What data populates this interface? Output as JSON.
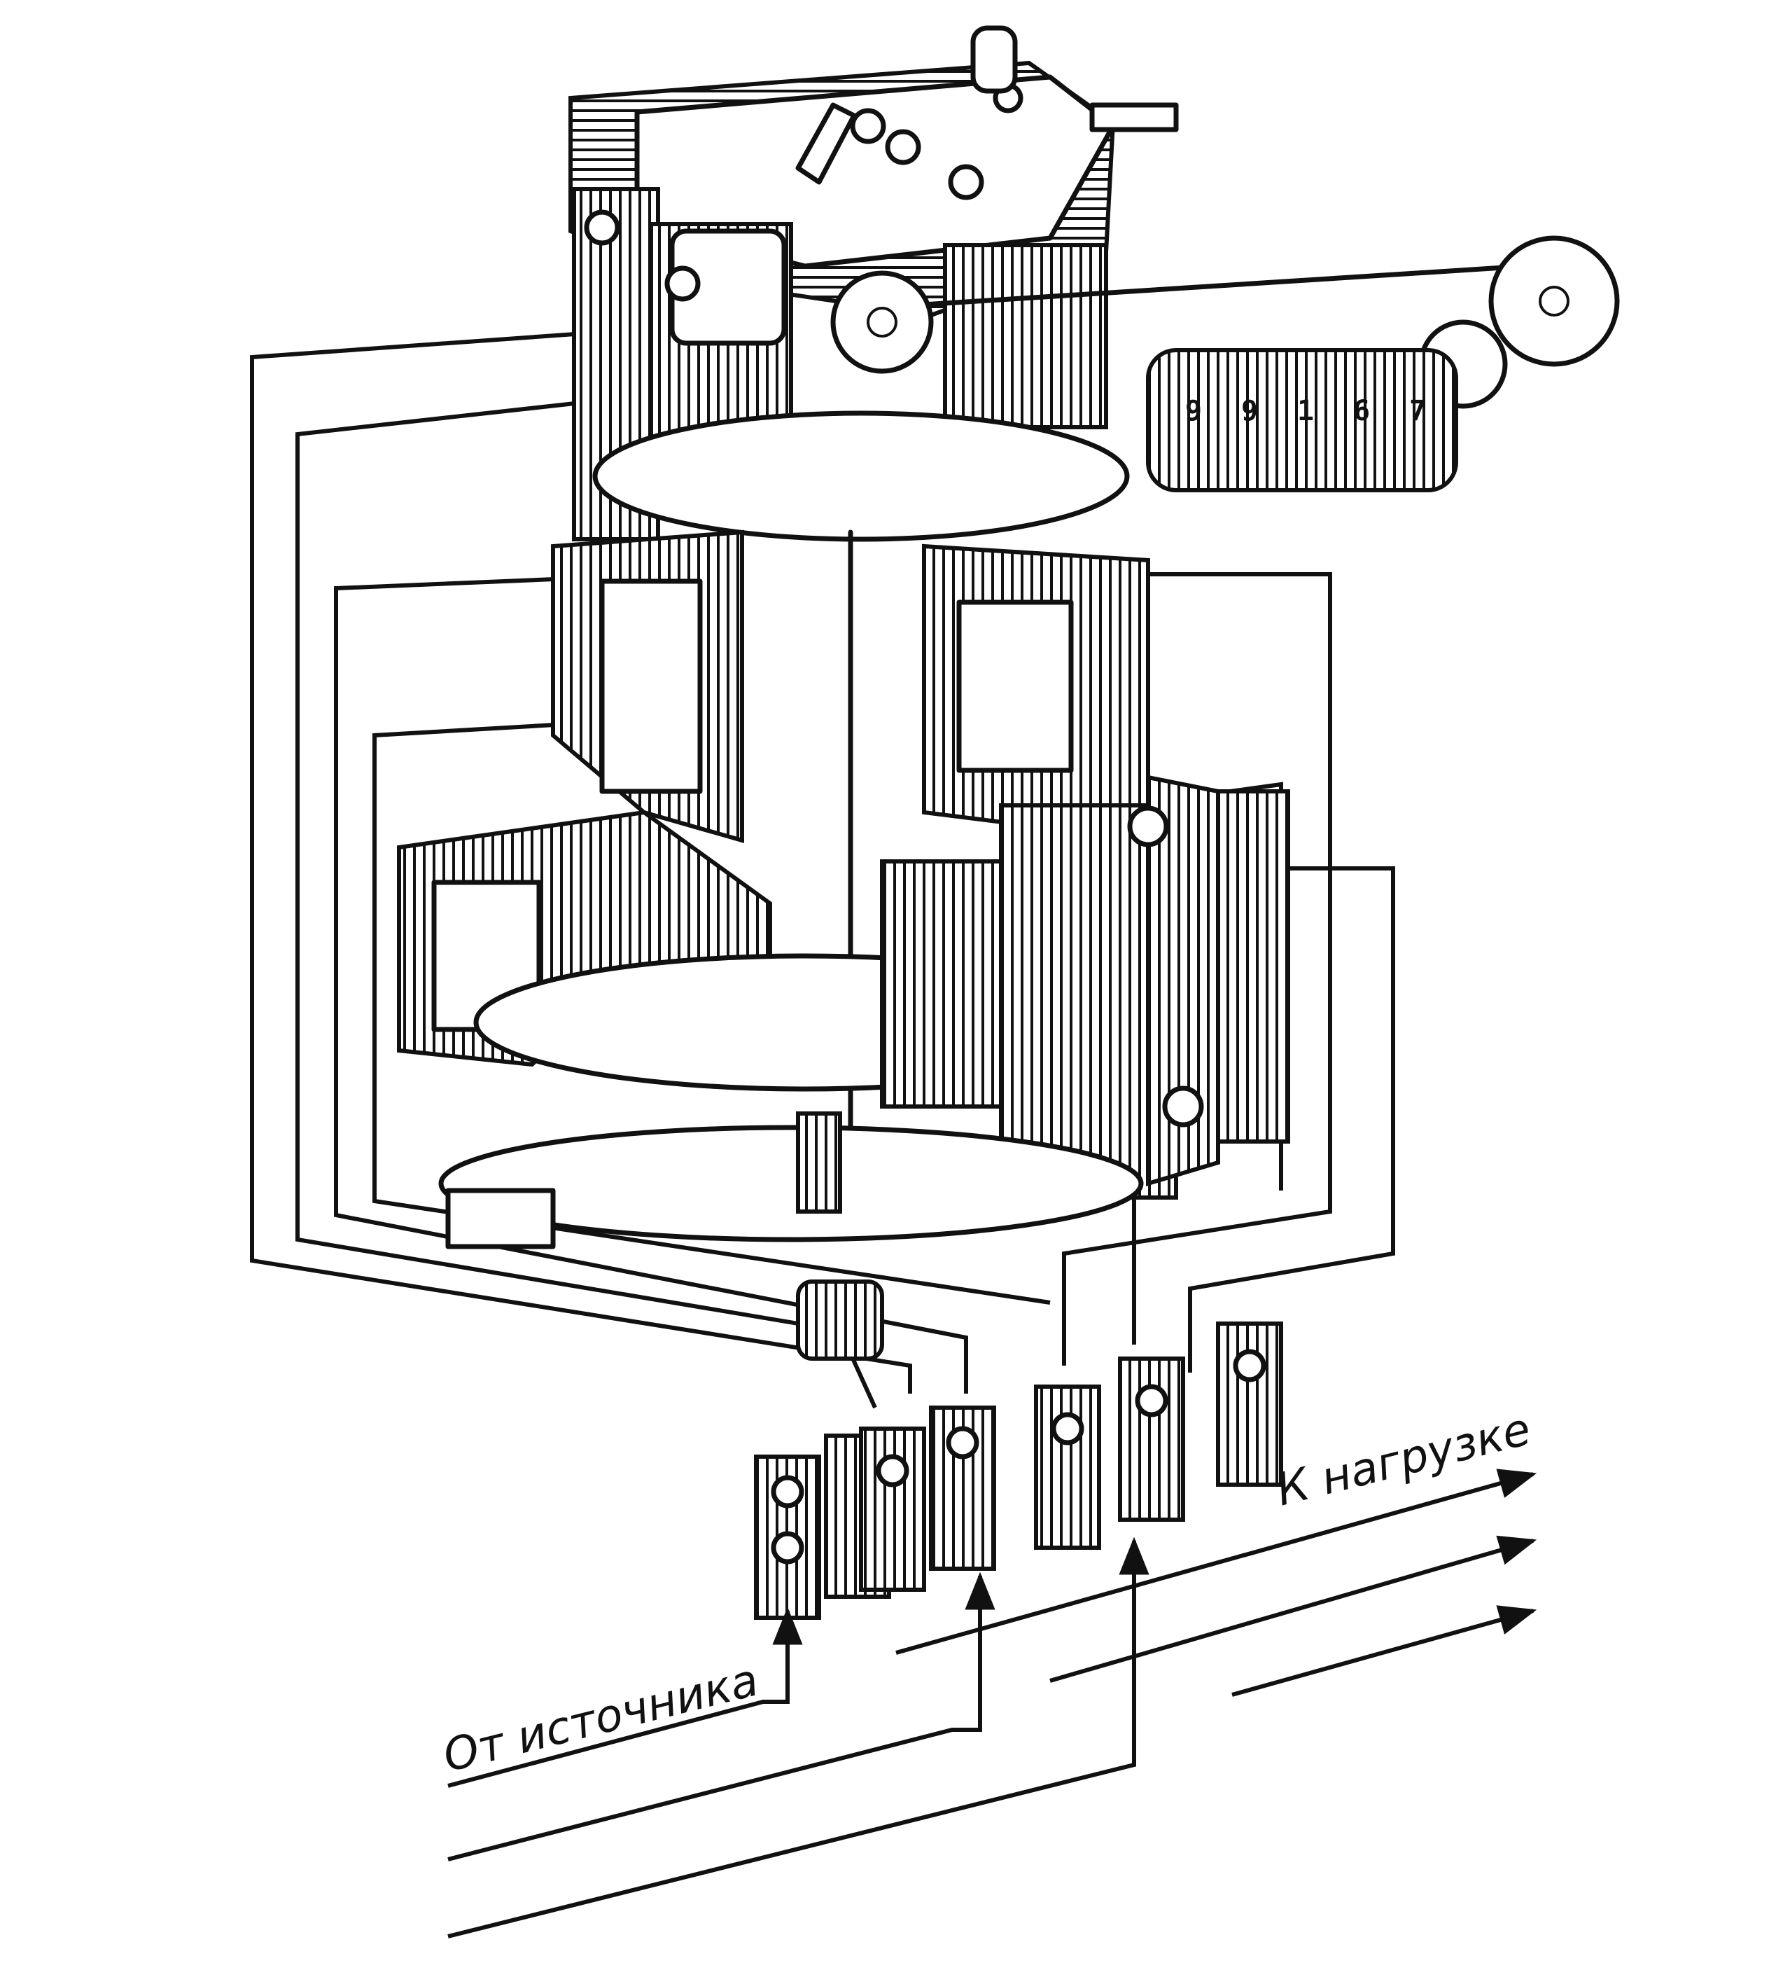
{
  "labels": {
    "source": "От источника",
    "load": "К нагрузке"
  },
  "counter": {
    "digits": [
      "9",
      "9",
      "1",
      "6",
      "7"
    ]
  },
  "colors": {
    "ink": "#111111",
    "paper": "#ffffff"
  }
}
